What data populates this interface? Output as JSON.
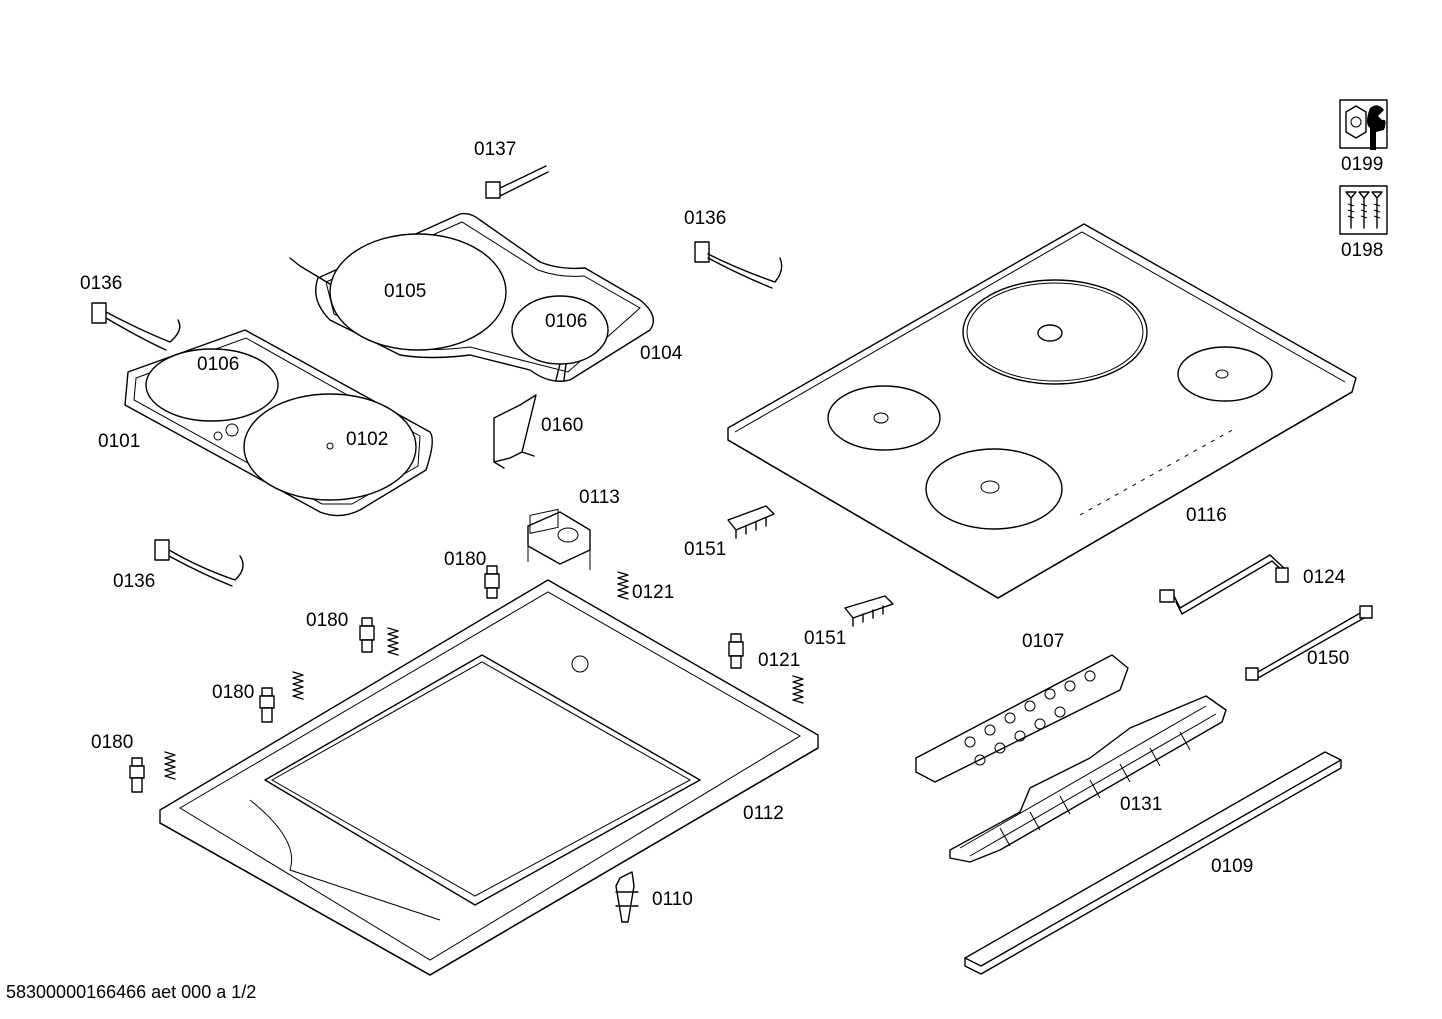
{
  "labels": {
    "p0137": "0137",
    "p0136_top": "0136",
    "p0136_left": "0136",
    "p0136_low": "0136",
    "p0105": "0105",
    "p0106_a": "0106",
    "p0106_b": "0106",
    "p0104": "0104",
    "p0101": "0101",
    "p0102": "0102",
    "p0160": "0160",
    "p0113": "0113",
    "p0151_a": "0151",
    "p0151_b": "0151",
    "p0116": "0116",
    "p0180_a": "0180",
    "p0180_b": "0180",
    "p0180_c": "0180",
    "p0180_d": "0180",
    "p0121_a": "0121",
    "p0121_b": "0121",
    "p0124": "0124",
    "p0150": "0150",
    "p0107": "0107",
    "p0131": "0131",
    "p0112": "0112",
    "p0109": "0109",
    "p0110": "0110",
    "p0199": "0199",
    "p0198": "0198"
  },
  "footer": "58300000166466 aet 000 a 1/2",
  "icons": {
    "service_tool": "nut-and-wrench-icon",
    "screws": "screws-icon"
  }
}
